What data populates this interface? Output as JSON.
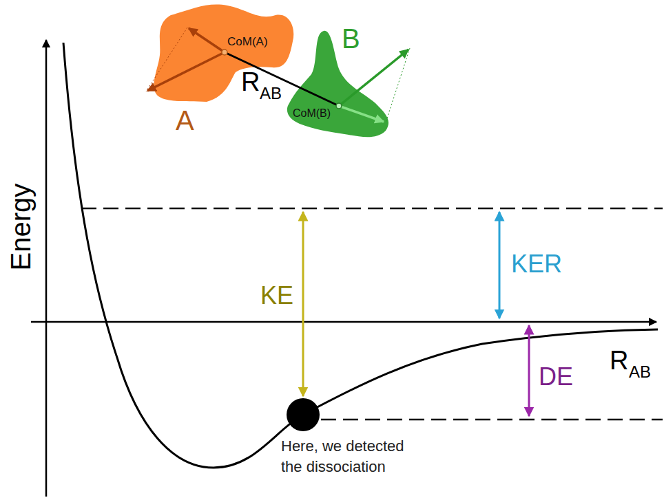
{
  "diagram": {
    "nodes": [
      {
        "text": [
          "CoM(A)",
          "A"
        ]
      },
      {
        "text": [
          "CoM(B)",
          "B"
        ]
      }
    ],
    "edges": [
      {
        "from": 0,
        "to": 1,
        "arrow": "none"
      }
    ],
    "labels": [
      "R",
      "AB",
      "Energy",
      "KE",
      "KER",
      "DE",
      "R",
      "AB",
      "Here, we detected the dissociation"
    ]
  }
}
